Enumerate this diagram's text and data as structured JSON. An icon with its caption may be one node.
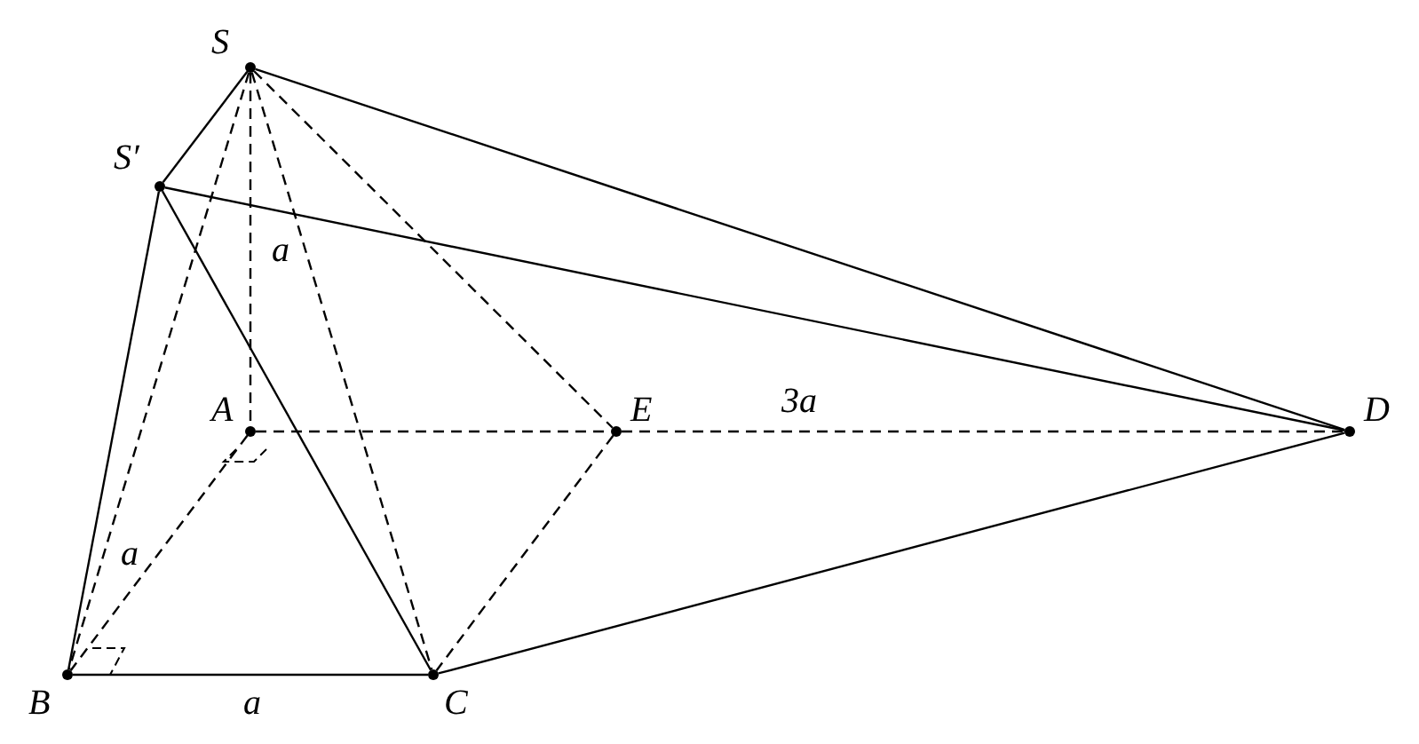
{
  "diagram": {
    "nodes": [
      {
        "text": [
          "S"
        ]
      },
      {
        "text": [
          "S′"
        ]
      },
      {
        "text": [
          "A"
        ]
      },
      {
        "text": [
          "E"
        ]
      },
      {
        "text": [
          "D"
        ]
      },
      {
        "text": [
          "B"
        ]
      },
      {
        "text": [
          "C"
        ]
      }
    ],
    "edges": [
      {
        "from": 0,
        "to": 1,
        "arrow": "none"
      },
      {
        "from": 0,
        "to": 4,
        "arrow": "none"
      },
      {
        "from": 1,
        "to": 4,
        "arrow": "none"
      },
      {
        "from": 1,
        "to": 5,
        "arrow": "none"
      },
      {
        "from": 1,
        "to": 6,
        "arrow": "none"
      },
      {
        "from": 5,
        "to": 6,
        "arrow": "none",
        "label": "a"
      },
      {
        "from": 6,
        "to": 4,
        "arrow": "none"
      },
      {
        "from": 0,
        "to": 2,
        "arrow": "none",
        "style": "dashed",
        "label": "a"
      },
      {
        "from": 0,
        "to": 5,
        "arrow": "none",
        "style": "dashed"
      },
      {
        "from": 0,
        "to": 6,
        "arrow": "none",
        "style": "dashed"
      },
      {
        "from": 0,
        "to": 3,
        "arrow": "none",
        "style": "dashed"
      },
      {
        "from": 2,
        "to": 3,
        "arrow": "none",
        "style": "dashed"
      },
      {
        "from": 3,
        "to": 4,
        "arrow": "none",
        "style": "dashed",
        "label": "3a"
      },
      {
        "from": 2,
        "to": 5,
        "arrow": "none",
        "style": "dashed",
        "label": "a"
      },
      {
        "from": 3,
        "to": 6,
        "arrow": "none",
        "style": "dashed"
      }
    ]
  }
}
